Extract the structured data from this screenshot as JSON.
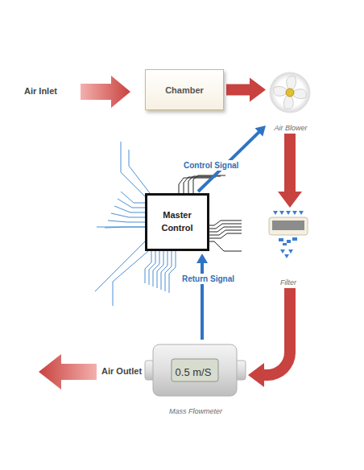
{
  "diagram": {
    "nodes": [
      {
        "text": [
          "Chamber"
        ]
      },
      {
        "text": [
          "Air Blower"
        ]
      },
      {
        "text": [
          "Master Control"
        ]
      },
      {
        "text": [
          "Filter"
        ]
      },
      {
        "text": [
          "0.5 m/S",
          "Mass Flowmeter"
        ]
      }
    ],
    "edges": [
      {
        "from": 0,
        "to": 1,
        "arrow": "to"
      },
      {
        "from": 1,
        "to": 3,
        "arrow": "to"
      },
      {
        "from": 3,
        "to": 4,
        "arrow": "to"
      },
      {
        "from": 2,
        "to": 1,
        "arrow": "to",
        "label": "Control Signal"
      },
      {
        "from": 4,
        "to": 2,
        "arrow": "to",
        "label": "Return Signal"
      }
    ],
    "labels": [
      "Air Inlet",
      "Air Outlet"
    ]
  }
}
